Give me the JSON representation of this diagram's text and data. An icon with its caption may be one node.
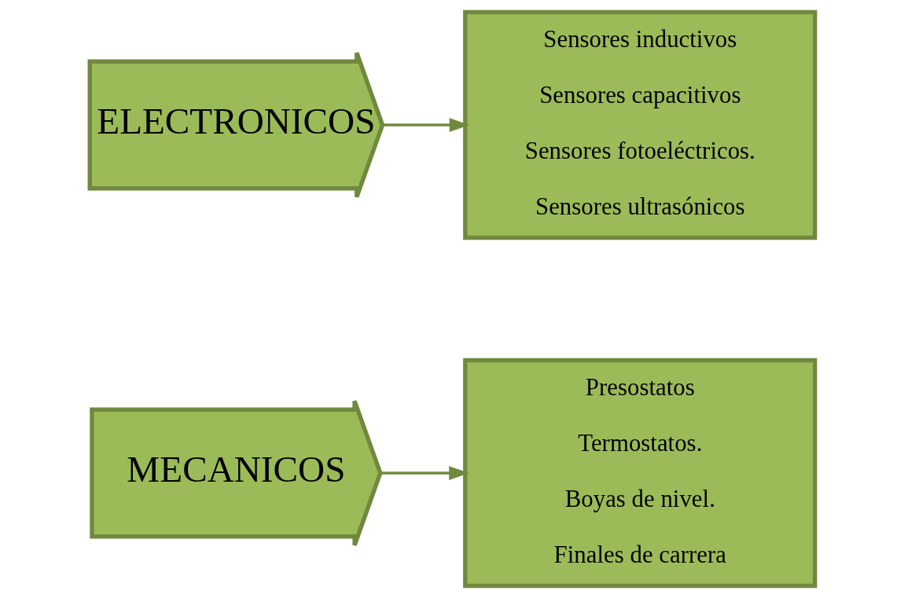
{
  "diagram": {
    "nodes": [
      {
        "text": [
          "MECANICOS"
        ]
      },
      {
        "text": [
          "Presostatos",
          "Termostatos.",
          "Boyas de nivel.",
          "Finales de carrera"
        ]
      },
      {
        "text": [
          "ELECTRONICOS"
        ]
      },
      {
        "text": [
          "Sensores inductivos",
          "Sensores capacitivos",
          "Sensores fotoeléctricos.",
          "Sensores ultrasónicos"
        ]
      }
    ],
    "edges": [
      {
        "from": 0,
        "to": 1,
        "arrow": "to"
      },
      {
        "from": 2,
        "to": 3,
        "arrow": "to"
      }
    ]
  }
}
